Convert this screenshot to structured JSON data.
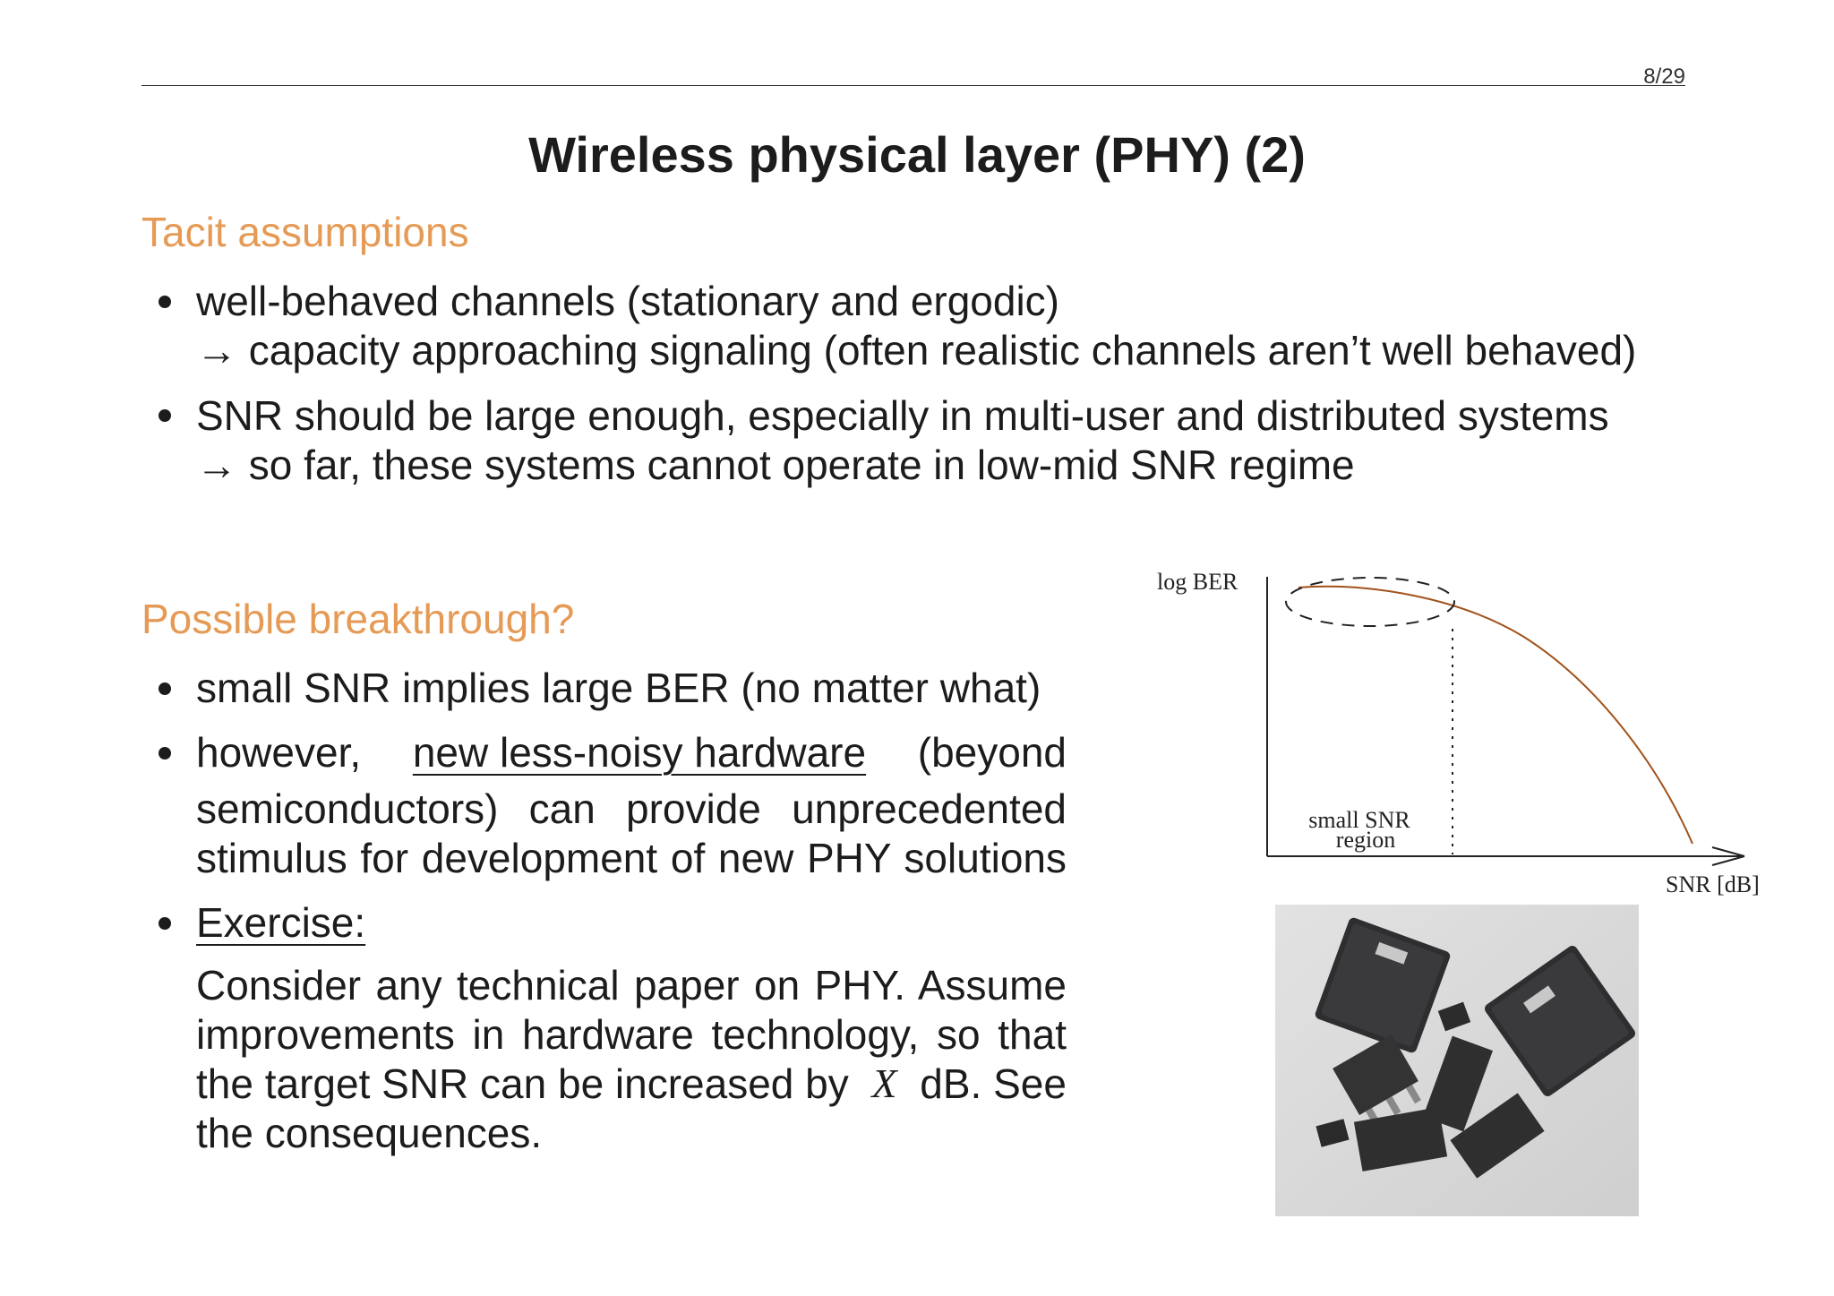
{
  "page_number": "8/29",
  "title": "Wireless physical layer (PHY) (2)",
  "section1": {
    "heading": "Tacit assumptions",
    "bullets": [
      {
        "line1": "well-behaved channels (stationary and ergodic)",
        "line2": "→ capacity approaching signaling (often realistic channels aren’t well behaved)"
      },
      {
        "line1": "SNR should be large enough, especially in multi-user and distributed systems",
        "line2": "→ so far, these systems cannot operate in low-mid SNR regime"
      }
    ]
  },
  "section2": {
    "heading": "Possible breakthrough?",
    "b1": "small SNR implies large BER (no matter what)",
    "b2_pre": "however,",
    "b2_ul": "new less-noisy hardware",
    "b2_post": "(beyond",
    "b2_line2": "semiconductors) can provide unprecedented",
    "b2_line3": "stimulus for development of new PHY solutions",
    "b3_label": "Exercise:",
    "b3_l1": "Consider any technical paper on PHY. Assume",
    "b3_l2": "improvements in hardware technology, so that",
    "b3_l3_pre": "the target SNR can be increased by",
    "b3_l3_var": "X",
    "b3_l3_post": "dB. See",
    "b3_l4": "the consequences."
  },
  "figure": {
    "ylabel": "log BER",
    "xlabel": "SNR [dB]",
    "region_line1": "small SNR",
    "region_line2": "region",
    "curve_color": "#a0521a"
  }
}
